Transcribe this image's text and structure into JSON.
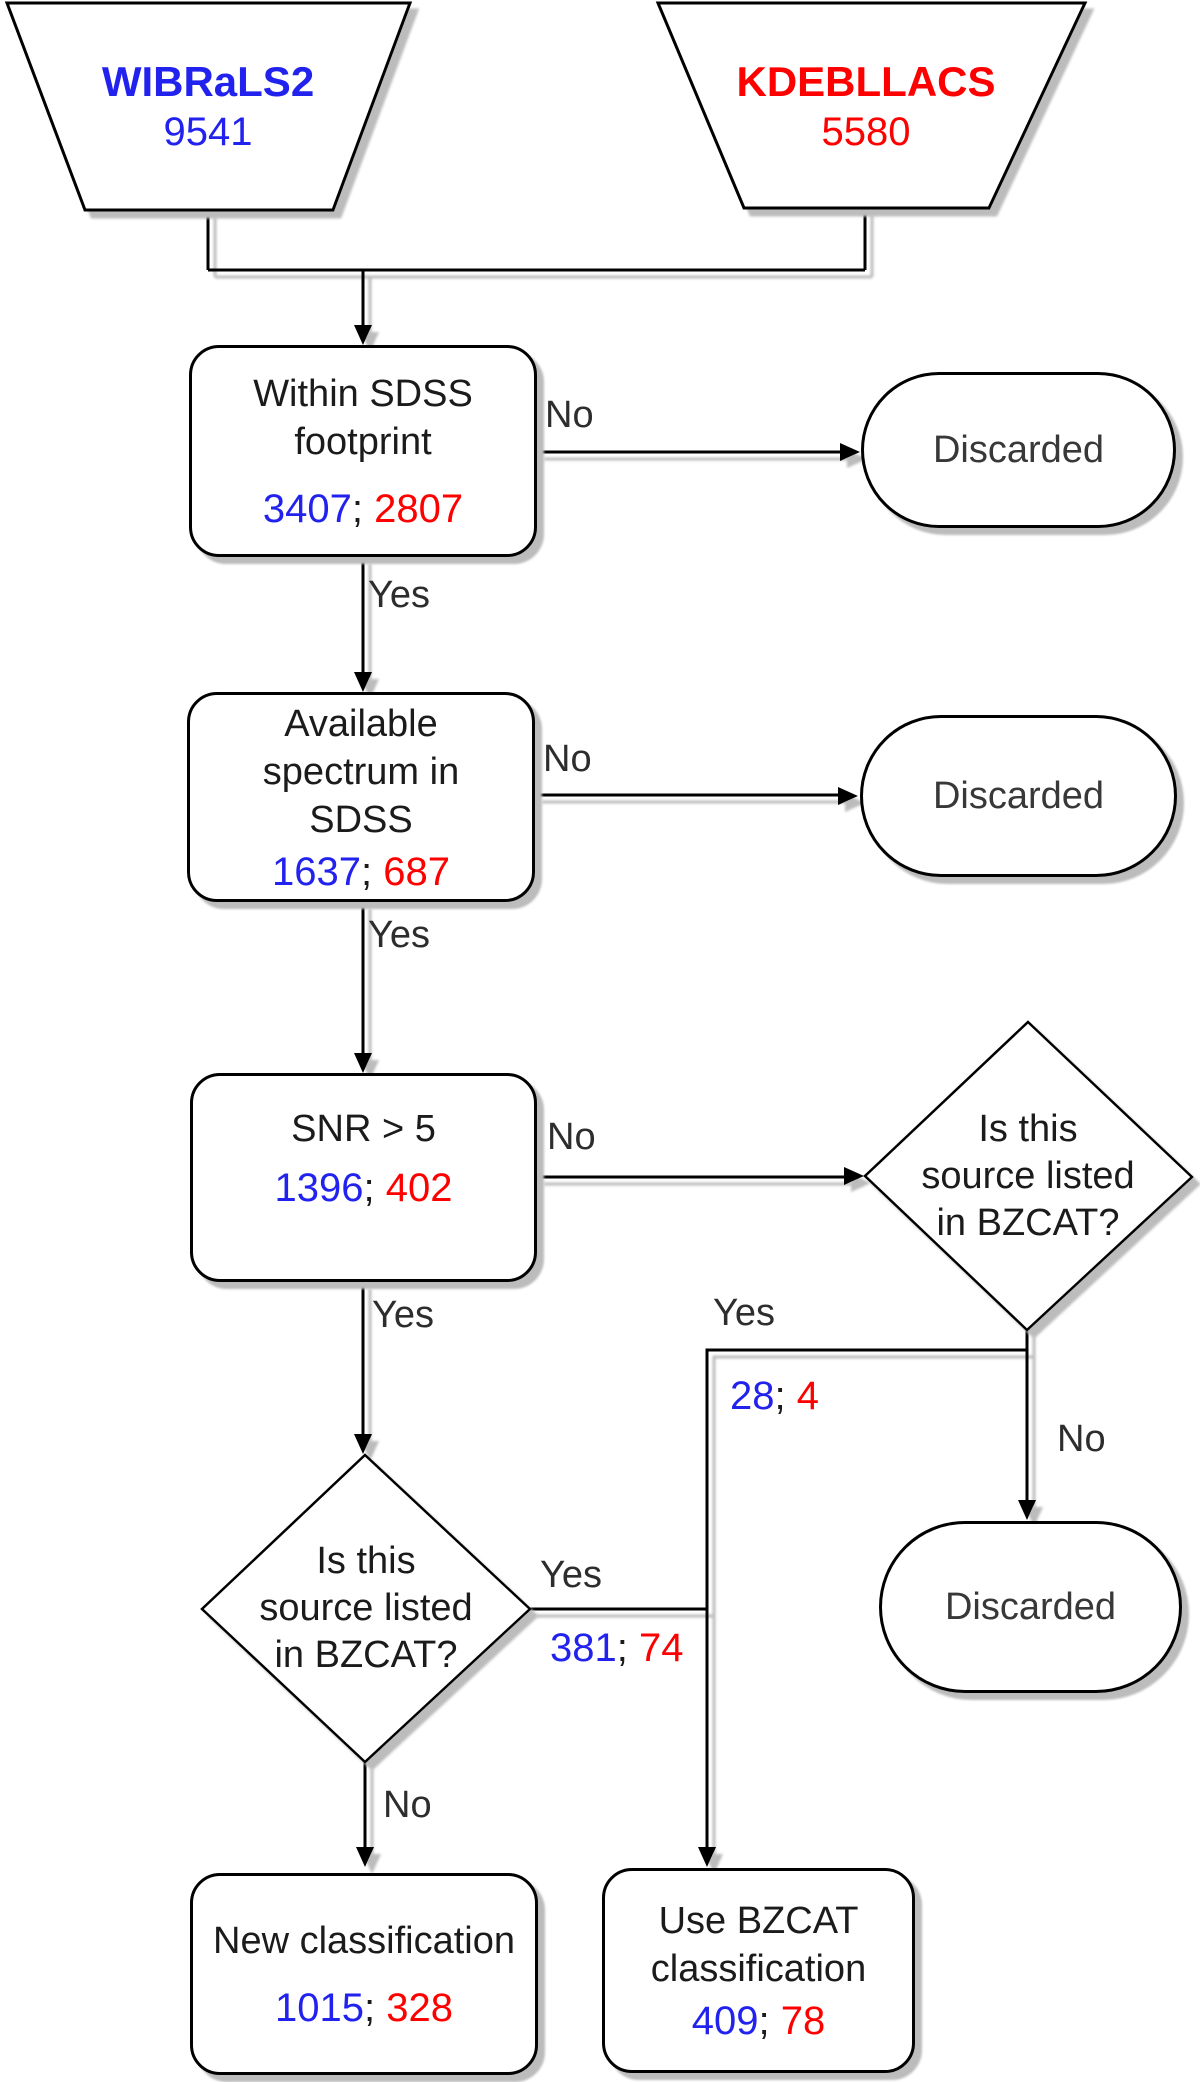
{
  "colors": {
    "blue": "#2222ee",
    "red": "#ff0000",
    "ink": "#1b1b1b",
    "edge_label": "#2d2d2d",
    "terminator_text": "#383838",
    "shadow": "#bcbcbc",
    "background": "#ffffff"
  },
  "catalogs": {
    "wibrals2": {
      "name": "WIBRaLS2",
      "count": "9541"
    },
    "kdebllacs": {
      "name": "KDEBLLACS",
      "count": "5580"
    }
  },
  "steps": {
    "footprint": {
      "line1": "Within SDSS",
      "line2": "footprint",
      "blue": "3407",
      "sep": "; ",
      "red": "2807"
    },
    "spectrum": {
      "line1": "Available",
      "line2": "spectrum in",
      "line3": "SDSS",
      "blue": "1637",
      "sep": "; ",
      "red": "687"
    },
    "snr": {
      "line1": "SNR > 5",
      "blue": "1396",
      "sep": "; ",
      "red": "402"
    },
    "new_classification": {
      "line1": "New classification",
      "blue": "1015",
      "sep": "; ",
      "red": "328"
    },
    "use_bzcat": {
      "line1": "Use BZCAT",
      "line2": "classification",
      "blue": "409",
      "sep": "; ",
      "red": "78"
    },
    "discarded1": {
      "label": "Discarded"
    },
    "discarded2": {
      "label": "Discarded"
    },
    "discarded3": {
      "label": "Discarded"
    }
  },
  "decisions": {
    "right": {
      "line1": "Is this",
      "line2": "source listed",
      "line3": "in BZCAT?"
    },
    "left": {
      "line1": "Is this",
      "line2": "source listed",
      "line3": "in BZCAT?"
    }
  },
  "edges": {
    "footprint_no": "No",
    "footprint_yes": "Yes",
    "spectrum_no": "No",
    "spectrum_yes": "Yes",
    "snr_no": "No",
    "snr_yes": "Yes",
    "right_yes": {
      "label": "Yes",
      "blue": "28",
      "sep": "; ",
      "red": "4"
    },
    "right_no": "No",
    "left_yes": {
      "label": "Yes",
      "blue": "381",
      "sep": "; ",
      "red": "74"
    },
    "left_no": "No"
  }
}
